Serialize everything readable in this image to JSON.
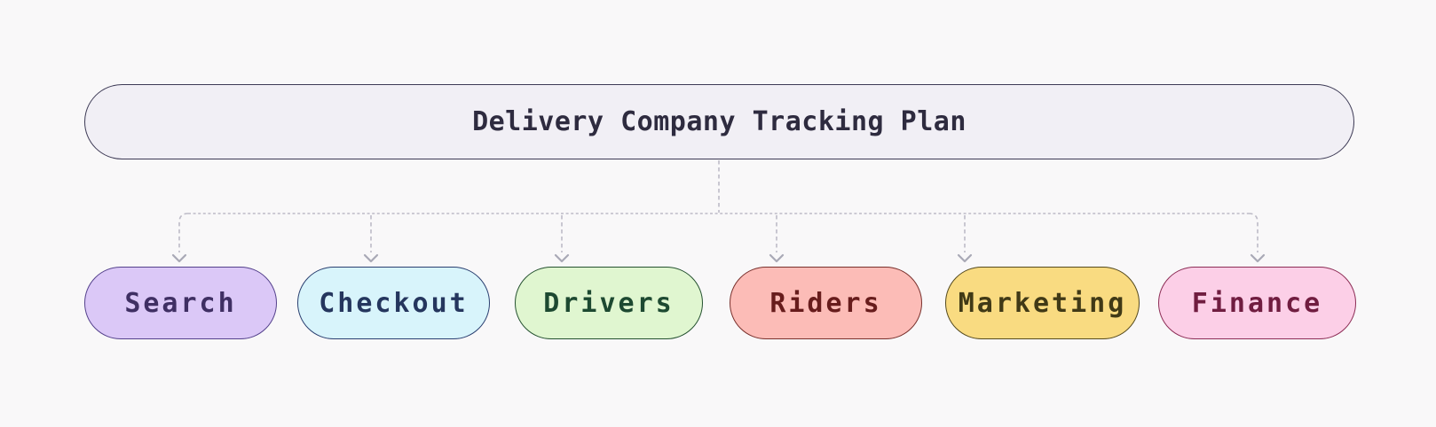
{
  "diagram": {
    "title": "Delivery Company Tracking Plan",
    "background": "#f9f8f9",
    "connector_color": "#bdbbc7",
    "arrowhead_color": "#a9a9b6",
    "root": {
      "label": "Delivery Company Tracking Plan",
      "fill": "#f1eff5",
      "border": "#3d3a55",
      "text_color": "#2e2b3f"
    },
    "children": [
      {
        "label": "Search",
        "fill": "#dbc8f7",
        "border": "#54418c",
        "text_color": "#3f2f63"
      },
      {
        "label": "Checkout",
        "fill": "#d8f4fb",
        "border": "#2a3f70",
        "text_color": "#25365e"
      },
      {
        "label": "Drivers",
        "fill": "#e0f6d0",
        "border": "#24512f",
        "text_color": "#1d4931"
      },
      {
        "label": "Riders",
        "fill": "#fcbcb7",
        "border": "#79302c",
        "text_color": "#671c1c"
      },
      {
        "label": "Marketing",
        "fill": "#f9db81",
        "border": "#554a1e",
        "text_color": "#403916"
      },
      {
        "label": "Finance",
        "fill": "#fccfe7",
        "border": "#8c2c55",
        "text_color": "#701d40"
      }
    ]
  }
}
